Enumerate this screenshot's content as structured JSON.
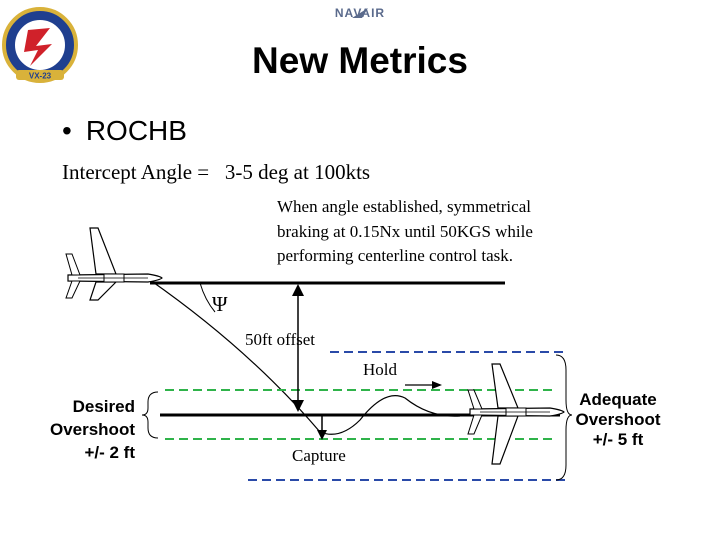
{
  "header": {
    "logo_left_text": "VX-23",
    "logo_right_text": "NAVAIR"
  },
  "title": "New Metrics",
  "bullet": {
    "symbol": "•",
    "text": "ROCHB"
  },
  "intercept_line": "Intercept Angle =   3-5 deg at 100kts",
  "description": [
    "When angle established,  symmetrical",
    "braking at 0.15Nx until 50KGS while",
    "performing centerline control task."
  ],
  "diagram": {
    "angle_symbol": "Ψ",
    "offset_label": "50ft offset",
    "hold_label": "Hold",
    "capture_label": "Capture",
    "desired": [
      "Desired",
      "Overshoot",
      "+/- 2 ft"
    ],
    "adequate": [
      "Adequate",
      "Overshoot",
      "+/- 5 ft"
    ],
    "colors": {
      "desired_band": "#2fb34a",
      "adequate_band": "#2a4aa8",
      "line": "#000000",
      "logo_blue": "#1f3f8f",
      "logo_red": "#d0212a",
      "logo_gold": "#d9b23a"
    }
  }
}
